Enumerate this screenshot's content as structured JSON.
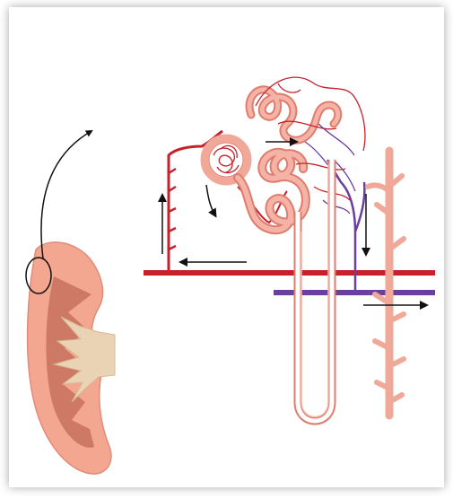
{
  "diagram": {
    "type": "nephron-anatomy-illustration",
    "colors": {
      "artery": "#c8202a",
      "vein": "#6b3fa0",
      "tubule": "#f0a898",
      "tubule_outline": "#e07c6c",
      "kidney_cortex": "#f3a690",
      "kidney_medulla": "#b85848",
      "renal_pelvis": "#ead2b4",
      "frame_shadow": "#bbbbbb"
    },
    "icons": [
      "curved-callout-arrow",
      "flow-arrow-up",
      "flow-arrow-left",
      "flow-arrow-down",
      "flow-arrow-right"
    ]
  }
}
